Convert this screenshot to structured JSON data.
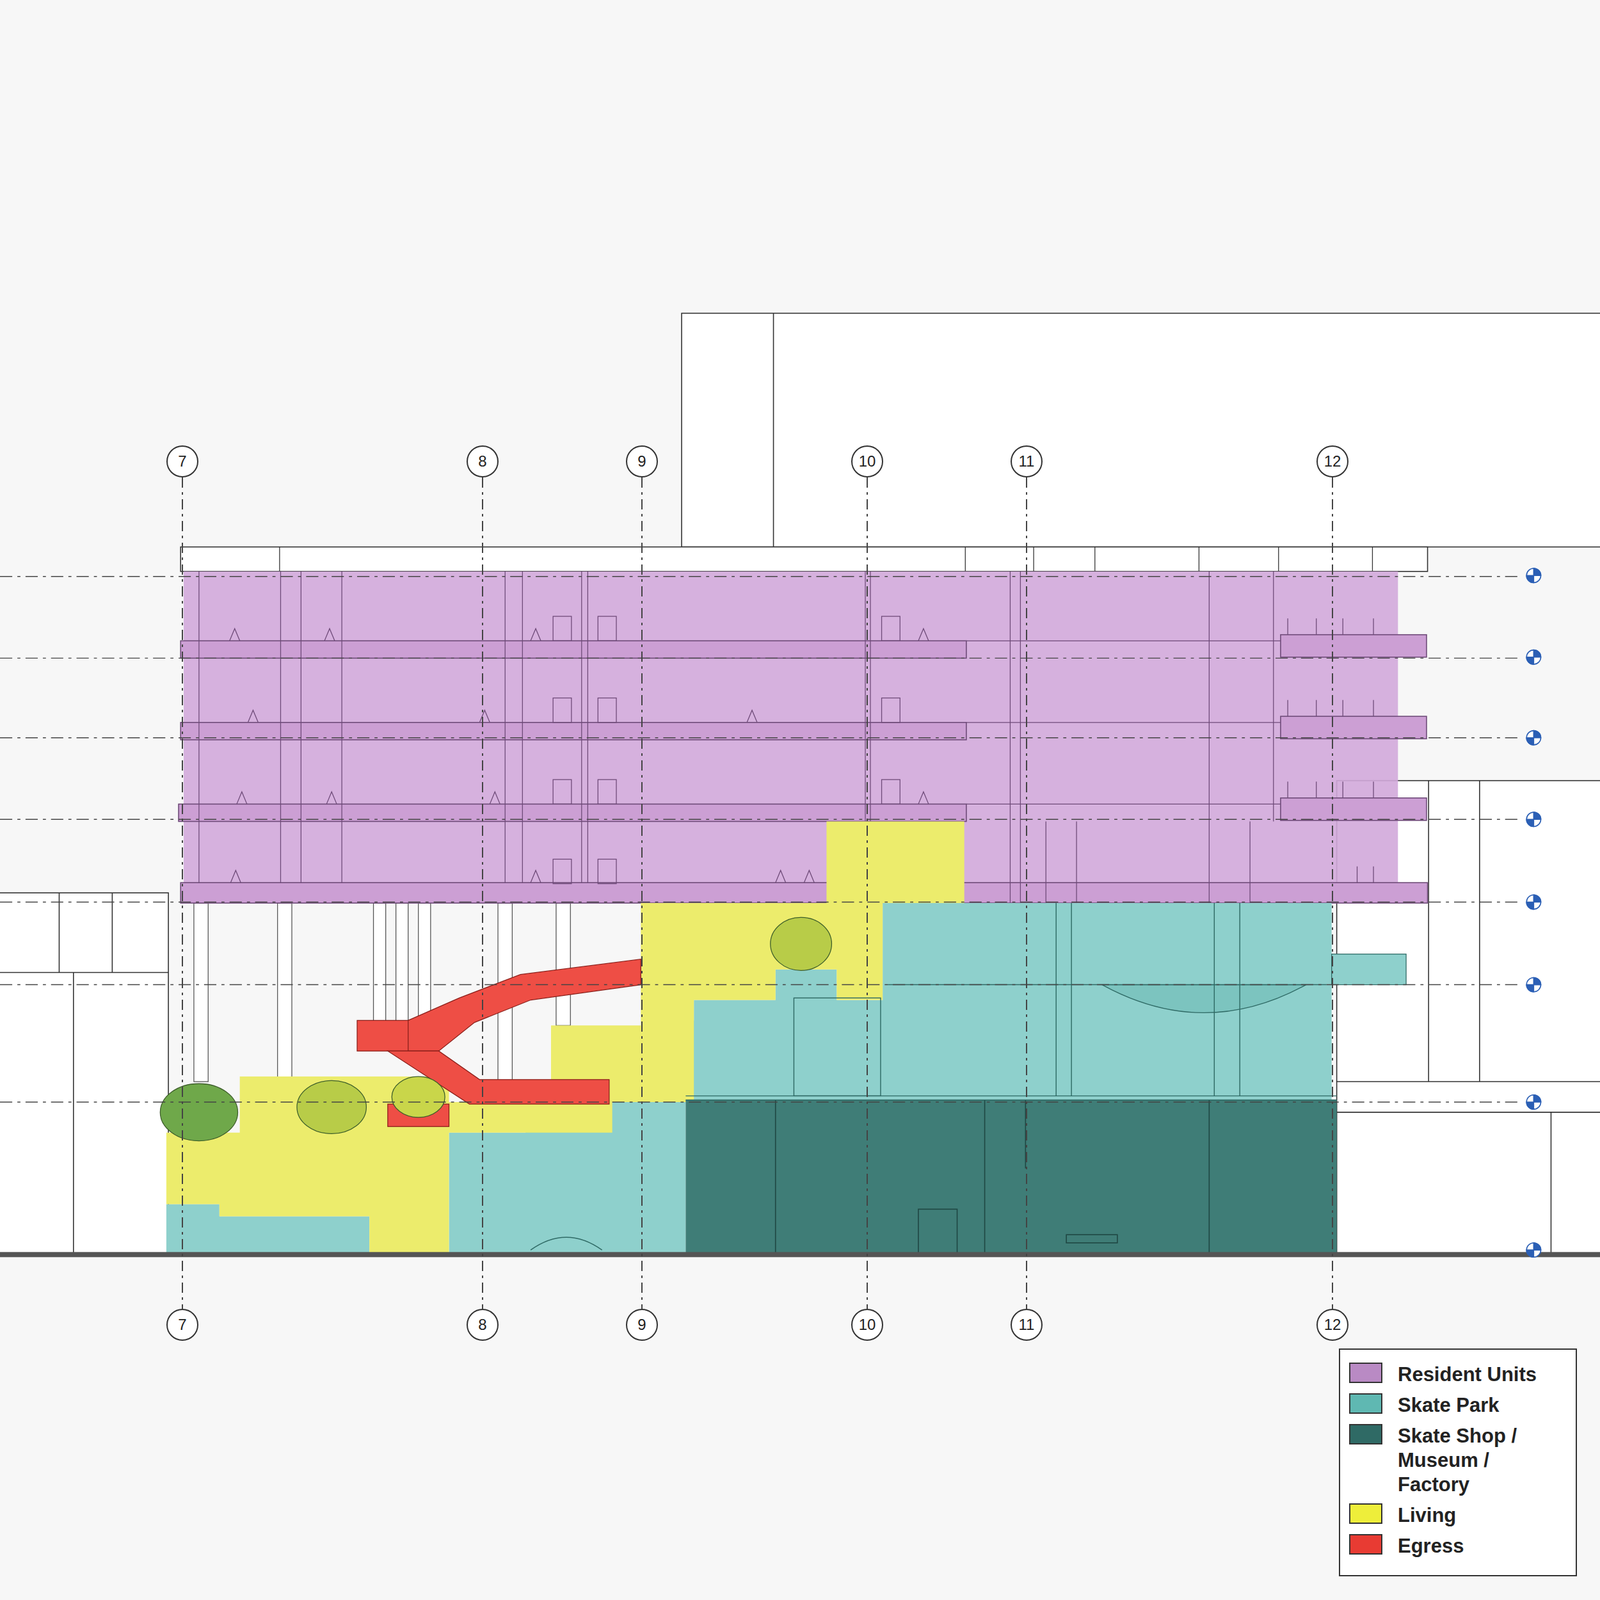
{
  "diagram": {
    "nodes": [
      {
        "text": [
          "7"
        ]
      },
      {
        "text": [
          "8"
        ]
      },
      {
        "text": [
          "9"
        ]
      },
      {
        "text": [
          "10"
        ]
      },
      {
        "text": [
          "11"
        ]
      },
      {
        "text": [
          "12"
        ]
      },
      {
        "text": [
          "7"
        ]
      },
      {
        "text": [
          "8"
        ]
      },
      {
        "text": [
          "9"
        ]
      },
      {
        "text": [
          "10"
        ]
      },
      {
        "text": [
          "11"
        ]
      },
      {
        "text": [
          "12"
        ]
      }
    ],
    "edges": [
      {
        "from": 0,
        "to": 6,
        "arrow": "none"
      },
      {
        "from": 1,
        "to": 7,
        "arrow": "none"
      },
      {
        "from": 2,
        "to": 8,
        "arrow": "none"
      },
      {
        "from": 3,
        "to": 9,
        "arrow": "none"
      },
      {
        "from": 4,
        "to": 10,
        "arrow": "none"
      },
      {
        "from": 5,
        "to": 11,
        "arrow": "none"
      }
    ],
    "legend": [
      {
        "text": "Resident Units",
        "color": "#b98ac4"
      },
      {
        "text": "Skate Park",
        "color": "#5fb8b2"
      },
      {
        "text": "Skate Shop / Museum / Factory",
        "color": "#2f6a65"
      },
      {
        "text": "Living",
        "color": "#eeee3a"
      },
      {
        "text": "Egress",
        "color": "#e83b33"
      }
    ]
  }
}
